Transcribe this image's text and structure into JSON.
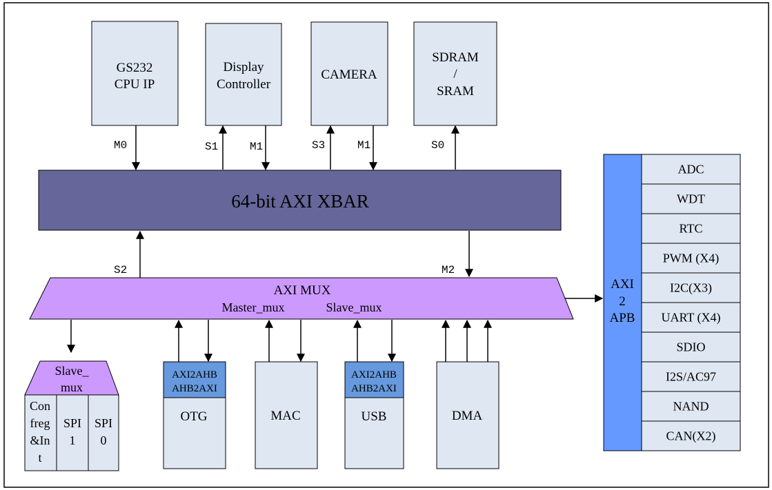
{
  "top_blocks": {
    "cpu": [
      "GS232",
      "CPU IP"
    ],
    "display": [
      "Display",
      "Controller"
    ],
    "camera": [
      "CAMERA"
    ],
    "sdram": [
      "SDRAM",
      "/",
      "SRAM"
    ]
  },
  "port_labels": {
    "cpu_m0": "M0",
    "display_s1": "S1",
    "display_m1": "M1",
    "camera_s3": "S3",
    "camera_m1": "M1",
    "sdram_s0": "S0",
    "mux_s2": "S2",
    "mux_m2": "M2"
  },
  "xbar": {
    "label": "64-bit AXI  XBAR"
  },
  "axi_mux": {
    "title": "AXI MUX",
    "master": "Master_mux",
    "slave": "Slave_mux"
  },
  "slave_mux_small": {
    "title": [
      "Slave_",
      "mux"
    ],
    "conf": [
      "Con",
      "freg",
      "&In",
      "t"
    ],
    "spi1": [
      "SPI",
      "1"
    ],
    "spi0": [
      "SPI",
      "0"
    ]
  },
  "otg": {
    "bridge": [
      "AXI2AHB",
      "AHB2AXI"
    ],
    "label": "OTG"
  },
  "mac": {
    "label": "MAC"
  },
  "usb": {
    "bridge": [
      "AXI2AHB",
      "AHB2AXI"
    ],
    "label": "USB"
  },
  "dma": {
    "label": "DMA"
  },
  "apb_bridge": [
    "AXI",
    "2",
    "APB"
  ],
  "apb_peripherals": [
    "ADC",
    "WDT",
    "RTC",
    "PWM (X4)",
    "I2C(X3)",
    "UART (X4)",
    "SDIO",
    "I2S/AC97",
    "NAND",
    "CAN(X2)"
  ],
  "colors": {
    "block_fill": "#dfe7f3",
    "xbar_fill": "#66669a",
    "mux_fill": "#cc99ff",
    "bridge_fill": "#6699dd",
    "apb_fill": "#6699ff"
  }
}
